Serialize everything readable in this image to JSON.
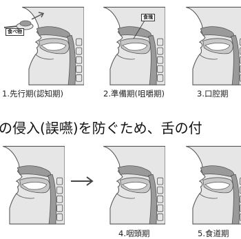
{
  "captions": {
    "stage1": "1.先行期(認知期)",
    "stage2": "2.準備期(咀嚼期)",
    "stage3": "3.口腔期",
    "stage4": "4.咽頭期",
    "stage5": "5.食道期"
  },
  "sentence": "の侵入(誤嚥)を防ぐため、舌の付",
  "labels": {
    "food": "食べ物",
    "bolus": "食塊"
  },
  "colors": {
    "head_fill": "#e6e6e6",
    "head_stroke": "#555555",
    "cavity": "#9a9a9a",
    "mouth": "#c8c8c8"
  }
}
